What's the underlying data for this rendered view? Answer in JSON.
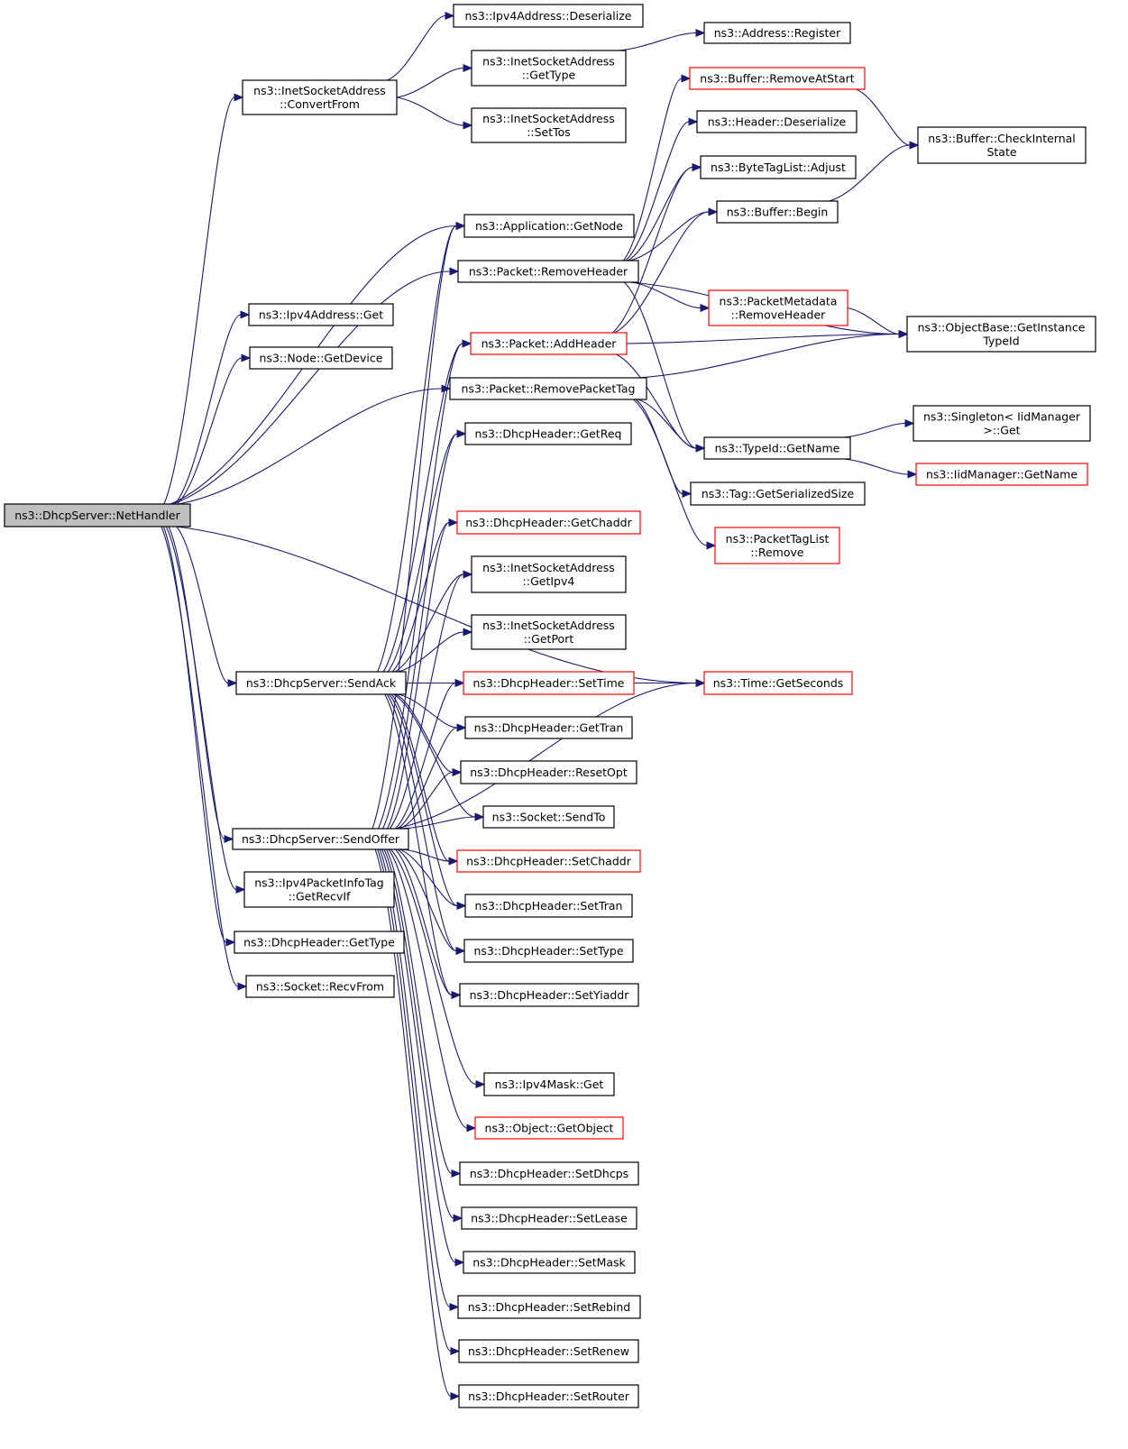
{
  "graph": {
    "colors": {
      "edge": "#191970",
      "border_normal": "#000000",
      "border_truncated": "#ff0000",
      "fill_root": "#bfbfbf",
      "fill_normal": "#ffffff"
    },
    "nodes": {
      "netHandler": {
        "lines": [
          "ns3::DhcpServer::NetHandler"
        ],
        "style": "root"
      },
      "isaConvertFrom": {
        "lines": [
          "ns3::InetSocketAddress",
          "::ConvertFrom"
        ],
        "style": "normal"
      },
      "ipv4AddrDeserialize": {
        "lines": [
          "ns3::Ipv4Address::Deserialize"
        ],
        "style": "normal"
      },
      "isaGetType": {
        "lines": [
          "ns3::InetSocketAddress",
          "::GetType"
        ],
        "style": "normal"
      },
      "addressRegister": {
        "lines": [
          "ns3::Address::Register"
        ],
        "style": "normal"
      },
      "isaSetTos": {
        "lines": [
          "ns3::InetSocketAddress",
          "::SetTos"
        ],
        "style": "normal"
      },
      "bufferRemoveAtStart": {
        "lines": [
          "ns3::Buffer::RemoveAtStart"
        ],
        "style": "truncated"
      },
      "headerDeserialize": {
        "lines": [
          "ns3::Header::Deserialize"
        ],
        "style": "normal"
      },
      "bufferCheckInternal": {
        "lines": [
          "ns3::Buffer::CheckInternal",
          "State"
        ],
        "style": "normal"
      },
      "byteTagAdjust": {
        "lines": [
          "ns3::ByteTagList::Adjust"
        ],
        "style": "normal"
      },
      "bufferBegin": {
        "lines": [
          "ns3::Buffer::Begin"
        ],
        "style": "normal"
      },
      "appGetNode": {
        "lines": [
          "ns3::Application::GetNode"
        ],
        "style": "normal"
      },
      "packetRemoveHeader": {
        "lines": [
          "ns3::Packet::RemoveHeader"
        ],
        "style": "normal"
      },
      "pktMetaRemoveHeader": {
        "lines": [
          "ns3::PacketMetadata",
          "::RemoveHeader"
        ],
        "style": "truncated"
      },
      "ipv4AddrGet": {
        "lines": [
          "ns3::Ipv4Address::Get"
        ],
        "style": "normal"
      },
      "objBaseGetInstanceTypeId": {
        "lines": [
          "ns3::ObjectBase::GetInstance",
          "TypeId"
        ],
        "style": "normal"
      },
      "nodeGetDevice": {
        "lines": [
          "ns3::Node::GetDevice"
        ],
        "style": "normal"
      },
      "packetAddHeader": {
        "lines": [
          "ns3::Packet::AddHeader"
        ],
        "style": "truncated"
      },
      "packetRemovePacketTag": {
        "lines": [
          "ns3::Packet::RemovePacketTag"
        ],
        "style": "normal"
      },
      "singletonGet": {
        "lines": [
          "ns3::Singleton< IidManager",
          " >::Get"
        ],
        "style": "normal"
      },
      "dhGetReq": {
        "lines": [
          "ns3::DhcpHeader::GetReq"
        ],
        "style": "normal"
      },
      "typeIdGetName": {
        "lines": [
          "ns3::TypeId::GetName"
        ],
        "style": "normal"
      },
      "iidManagerGetName": {
        "lines": [
          "ns3::IidManager::GetName"
        ],
        "style": "truncated"
      },
      "tagGetSerializedSize": {
        "lines": [
          "ns3::Tag::GetSerializedSize"
        ],
        "style": "normal"
      },
      "dhGetChaddr": {
        "lines": [
          "ns3::DhcpHeader::GetChaddr"
        ],
        "style": "truncated"
      },
      "pktTagListRemove": {
        "lines": [
          "ns3::PacketTagList",
          "::Remove"
        ],
        "style": "truncated"
      },
      "isaGetIpv4": {
        "lines": [
          "ns3::InetSocketAddress",
          "::GetIpv4"
        ],
        "style": "normal"
      },
      "isaGetPort": {
        "lines": [
          "ns3::InetSocketAddress",
          "::GetPort"
        ],
        "style": "normal"
      },
      "sendAck": {
        "lines": [
          "ns3::DhcpServer::SendAck"
        ],
        "style": "normal"
      },
      "dhSetTime": {
        "lines": [
          "ns3::DhcpHeader::SetTime"
        ],
        "style": "truncated"
      },
      "timeGetSeconds": {
        "lines": [
          "ns3::Time::GetSeconds"
        ],
        "style": "truncated"
      },
      "dhGetTran": {
        "lines": [
          "ns3::DhcpHeader::GetTran"
        ],
        "style": "normal"
      },
      "dhResetOpt": {
        "lines": [
          "ns3::DhcpHeader::ResetOpt"
        ],
        "style": "normal"
      },
      "socketSendTo": {
        "lines": [
          "ns3::Socket::SendTo"
        ],
        "style": "normal"
      },
      "sendOffer": {
        "lines": [
          "ns3::DhcpServer::SendOffer"
        ],
        "style": "normal"
      },
      "dhSetChaddr": {
        "lines": [
          "ns3::DhcpHeader::SetChaddr"
        ],
        "style": "truncated"
      },
      "ipv4PktInfoGetRecvIf": {
        "lines": [
          "ns3::Ipv4PacketInfoTag",
          "::GetRecvIf"
        ],
        "style": "normal"
      },
      "dhSetTran": {
        "lines": [
          "ns3::DhcpHeader::SetTran"
        ],
        "style": "normal"
      },
      "dhGetType": {
        "lines": [
          "ns3::DhcpHeader::GetType"
        ],
        "style": "normal"
      },
      "dhSetType": {
        "lines": [
          "ns3::DhcpHeader::SetType"
        ],
        "style": "normal"
      },
      "socketRecvFrom": {
        "lines": [
          "ns3::Socket::RecvFrom"
        ],
        "style": "normal"
      },
      "dhSetYiaddr": {
        "lines": [
          "ns3::DhcpHeader::SetYiaddr"
        ],
        "style": "normal"
      },
      "ipv4MaskGet": {
        "lines": [
          "ns3::Ipv4Mask::Get"
        ],
        "style": "normal"
      },
      "objectGetObject": {
        "lines": [
          "ns3::Object::GetObject"
        ],
        "style": "truncated"
      },
      "dhSetDhcps": {
        "lines": [
          "ns3::DhcpHeader::SetDhcps"
        ],
        "style": "normal"
      },
      "dhSetLease": {
        "lines": [
          "ns3::DhcpHeader::SetLease"
        ],
        "style": "normal"
      },
      "dhSetMask": {
        "lines": [
          "ns3::DhcpHeader::SetMask"
        ],
        "style": "normal"
      },
      "dhSetRebind": {
        "lines": [
          "ns3::DhcpHeader::SetRebind"
        ],
        "style": "normal"
      },
      "dhSetRenew": {
        "lines": [
          "ns3::DhcpHeader::SetRenew"
        ],
        "style": "normal"
      },
      "dhSetRouter": {
        "lines": [
          "ns3::DhcpHeader::SetRouter"
        ],
        "style": "normal"
      }
    },
    "edges": [
      [
        "netHandler",
        "isaConvertFrom"
      ],
      [
        "netHandler",
        "ipv4AddrGet"
      ],
      [
        "netHandler",
        "nodeGetDevice"
      ],
      [
        "netHandler",
        "appGetNode"
      ],
      [
        "netHandler",
        "packetRemoveHeader"
      ],
      [
        "netHandler",
        "packetRemovePacketTag"
      ],
      [
        "netHandler",
        "timeGetSeconds"
      ],
      [
        "netHandler",
        "sendAck"
      ],
      [
        "netHandler",
        "sendOffer"
      ],
      [
        "netHandler",
        "ipv4PktInfoGetRecvIf"
      ],
      [
        "netHandler",
        "dhGetType"
      ],
      [
        "netHandler",
        "socketRecvFrom"
      ],
      [
        "isaConvertFrom",
        "ipv4AddrDeserialize"
      ],
      [
        "isaConvertFrom",
        "isaGetType"
      ],
      [
        "isaConvertFrom",
        "isaSetTos"
      ],
      [
        "isaGetType",
        "addressRegister"
      ],
      [
        "bufferRemoveAtStart",
        "bufferCheckInternal"
      ],
      [
        "bufferBegin",
        "bufferCheckInternal"
      ],
      [
        "packetRemoveHeader",
        "bufferRemoveAtStart"
      ],
      [
        "packetRemoveHeader",
        "headerDeserialize"
      ],
      [
        "packetRemoveHeader",
        "byteTagAdjust"
      ],
      [
        "packetRemoveHeader",
        "bufferBegin"
      ],
      [
        "packetRemoveHeader",
        "pktMetaRemoveHeader"
      ],
      [
        "packetRemoveHeader",
        "objBaseGetInstanceTypeId"
      ],
      [
        "packetRemoveHeader",
        "typeIdGetName"
      ],
      [
        "pktMetaRemoveHeader",
        "objBaseGetInstanceTypeId"
      ],
      [
        "packetAddHeader",
        "byteTagAdjust"
      ],
      [
        "packetAddHeader",
        "bufferBegin"
      ],
      [
        "packetAddHeader",
        "objBaseGetInstanceTypeId"
      ],
      [
        "packetAddHeader",
        "typeIdGetName"
      ],
      [
        "packetRemovePacketTag",
        "objBaseGetInstanceTypeId"
      ],
      [
        "packetRemovePacketTag",
        "typeIdGetName"
      ],
      [
        "packetRemovePacketTag",
        "tagGetSerializedSize"
      ],
      [
        "packetRemovePacketTag",
        "pktTagListRemove"
      ],
      [
        "typeIdGetName",
        "singletonGet"
      ],
      [
        "typeIdGetName",
        "iidManagerGetName"
      ],
      [
        "dhSetTime",
        "timeGetSeconds"
      ],
      [
        "sendAck",
        "appGetNode"
      ],
      [
        "sendAck",
        "packetAddHeader"
      ],
      [
        "sendAck",
        "dhGetReq"
      ],
      [
        "sendAck",
        "dhGetChaddr"
      ],
      [
        "sendAck",
        "isaGetIpv4"
      ],
      [
        "sendAck",
        "isaGetPort"
      ],
      [
        "sendAck",
        "dhSetTime"
      ],
      [
        "sendAck",
        "dhGetTran"
      ],
      [
        "sendAck",
        "dhResetOpt"
      ],
      [
        "sendAck",
        "socketSendTo"
      ],
      [
        "sendAck",
        "dhSetChaddr"
      ],
      [
        "sendAck",
        "dhSetTran"
      ],
      [
        "sendAck",
        "dhSetType"
      ],
      [
        "sendAck",
        "dhSetYiaddr"
      ],
      [
        "sendOffer",
        "appGetNode"
      ],
      [
        "sendOffer",
        "packetAddHeader"
      ],
      [
        "sendOffer",
        "dhGetReq"
      ],
      [
        "sendOffer",
        "dhGetChaddr"
      ],
      [
        "sendOffer",
        "isaGetIpv4"
      ],
      [
        "sendOffer",
        "dhSetTime"
      ],
      [
        "sendOffer",
        "dhGetTran"
      ],
      [
        "sendOffer",
        "dhResetOpt"
      ],
      [
        "sendOffer",
        "socketSendTo"
      ],
      [
        "sendOffer",
        "dhSetChaddr"
      ],
      [
        "sendOffer",
        "dhSetTran"
      ],
      [
        "sendOffer",
        "dhSetType"
      ],
      [
        "sendOffer",
        "dhSetYiaddr"
      ],
      [
        "sendOffer",
        "timeGetSeconds"
      ],
      [
        "sendOffer",
        "ipv4MaskGet"
      ],
      [
        "sendOffer",
        "objectGetObject"
      ],
      [
        "sendOffer",
        "dhSetDhcps"
      ],
      [
        "sendOffer",
        "dhSetLease"
      ],
      [
        "sendOffer",
        "dhSetMask"
      ],
      [
        "sendOffer",
        "dhSetRebind"
      ],
      [
        "sendOffer",
        "dhSetRenew"
      ],
      [
        "sendOffer",
        "dhSetRouter"
      ]
    ]
  }
}
